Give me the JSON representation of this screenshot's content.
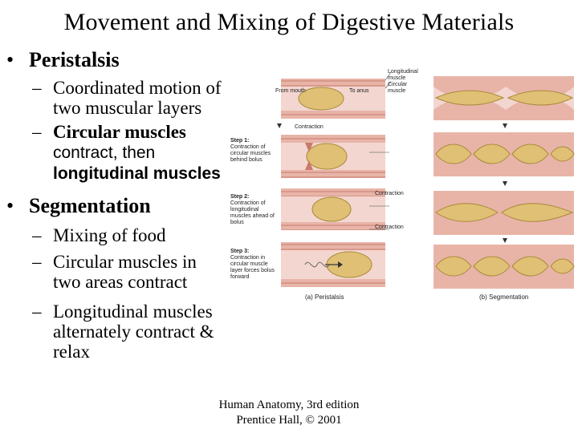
{
  "title": "Movement and Mixing of Digestive Materials",
  "bullets": [
    {
      "label": "Peristalsis",
      "subpoints": [
        {
          "lines": [
            "Coordinated motion of",
            "two muscular layers"
          ]
        },
        {
          "lines_rich": [
            {
              "bold": "Circular muscles"
            },
            {
              "text": "contract, then"
            },
            {
              "bold": "longitudinal muscles"
            }
          ]
        }
      ]
    },
    {
      "label": "Segmentation",
      "subpoints": [
        {
          "lines": [
            "Mixing of food"
          ]
        },
        {
          "lines": [
            "Circular muscles in",
            "two areas contract"
          ]
        },
        {
          "lines": [
            "Longitudinal muscles",
            "alternately contract &",
            "relax"
          ]
        }
      ]
    }
  ],
  "figure": {
    "peristalsis_labels": {
      "from_mouth": "From mouth",
      "to_anus": "To anus",
      "longitudinal": "Longitudinal muscle",
      "circular": "Circular muscle",
      "contraction": "Contraction",
      "step1": "Step 1:",
      "step1_text": "Contraction of circular muscles behind bolus",
      "step2": "Step 2:",
      "step2_text": "Contraction of longitudinal muscles ahead of bolus",
      "contraction2": "Contraction",
      "contraction3": "Contraction",
      "step3": "Step 3:",
      "step3_text": "Contraction in circular muscle layer forces bolus forward",
      "caption": "(a) Peristalsis"
    },
    "segmentation_caption": "(b) Segmentation"
  },
  "citation": {
    "line1": "Human Anatomy, 3rd edition",
    "line2": "Prentice Hall, © 2001"
  },
  "colors": {
    "tube_outer": "#e8b4a8",
    "tube_inner": "#f3d6cf",
    "muscle_stripe": "#c97b6c",
    "bolus": "#e0c075",
    "bolus_edge": "#a8893a"
  }
}
